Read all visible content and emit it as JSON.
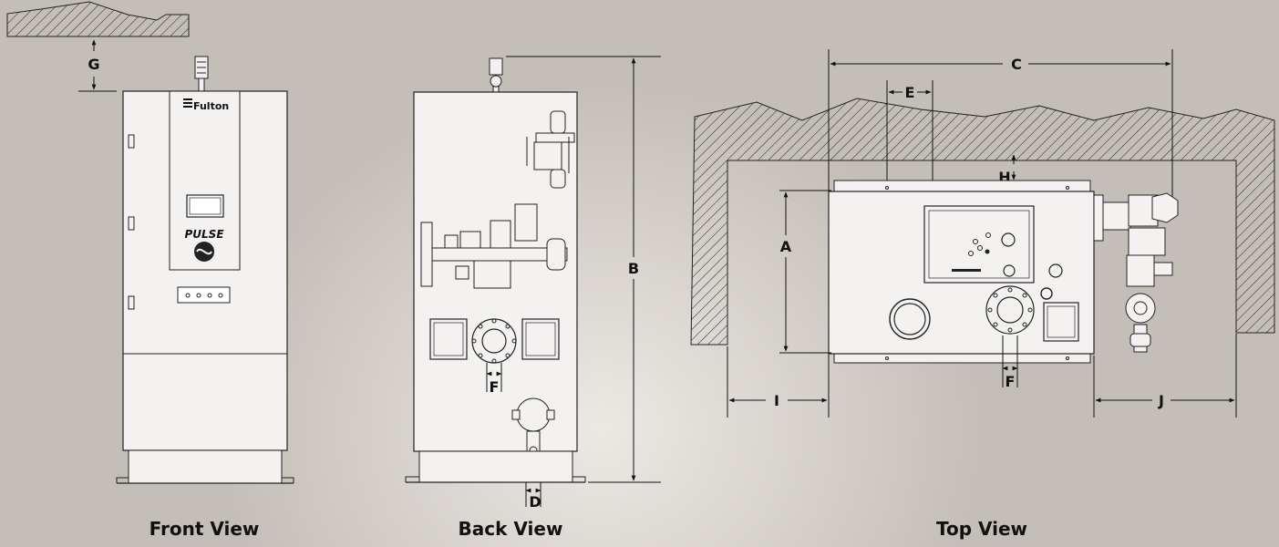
{
  "views": {
    "front_title": "Front View",
    "back_title": "Back View",
    "top_title": "Top View"
  },
  "unit": {
    "brand_label": "Fulton",
    "model_label": "PULSE"
  },
  "dimensions": {
    "a": "A",
    "b": "B",
    "c": "C",
    "d": "D",
    "e": "E",
    "f_back": "F",
    "f_top": "F",
    "g": "G",
    "h": "H",
    "i": "I",
    "j": "J"
  }
}
